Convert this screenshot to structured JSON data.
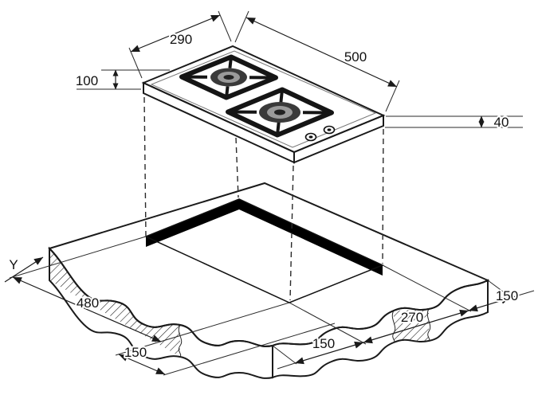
{
  "diagram": {
    "dimension_labels": {
      "hob_width": "290",
      "hob_depth": "500",
      "burner_offset": "100",
      "hob_height": "40",
      "rear_distance": "Y",
      "cutout_length": "480",
      "front_left_clearance": "150",
      "front_clearance": "150",
      "cutout_width": "270",
      "side_clearance": "150"
    },
    "colors": {
      "line": "#1a1a1a",
      "worktop_surface": "#c9c9c9",
      "cutout_edge": "#000000",
      "hob_surface": "#fcfcfc"
    }
  }
}
